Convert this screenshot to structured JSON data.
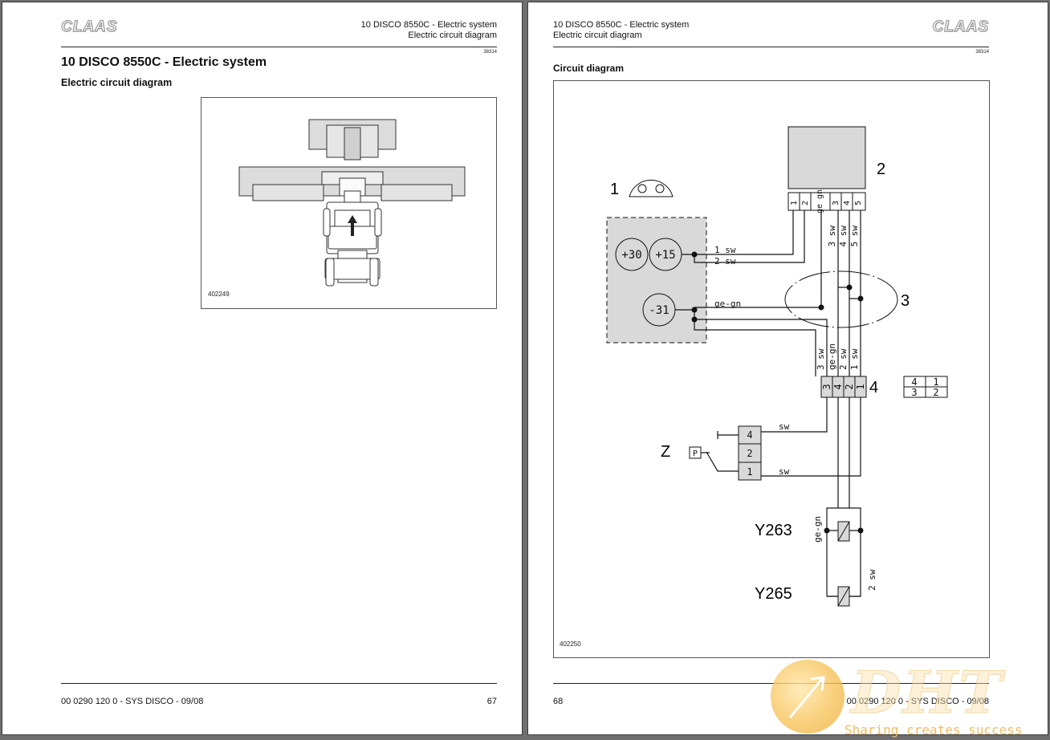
{
  "left_page": {
    "logo": "CLAAS",
    "header_line1": "10 DISCO 8550C - Electric system",
    "header_line2": "Electric circuit diagram",
    "doc_code": "38314",
    "title": "10 DISCO 8550C - Electric system",
    "subtitle": "Electric circuit diagram",
    "figure_number": "402249",
    "footer_left": "00 0290 120 0 - SYS DISCO - 09/08",
    "page_number": "67"
  },
  "right_page": {
    "logo": "CLAAS",
    "header_line1": "10 DISCO 8550C - Electric system",
    "header_line2": "Electric circuit diagram",
    "doc_code": "38314",
    "section_title": "Circuit diagram",
    "figure_number": "402250",
    "page_number": "68",
    "footer_right": "00 0290 120 0 - SYS DISCO - 09/08"
  },
  "diagram": {
    "item_labels": [
      "1",
      "2",
      "3",
      "4",
      "Z"
    ],
    "valve_y263": "Y263",
    "valve_y265": "Y265",
    "terminal_30": "+30",
    "terminal_15": "+15",
    "terminal_31": "-31",
    "pressure_symbol": "P",
    "module2_pins": [
      "1",
      "2",
      "ge gn",
      "3",
      "4",
      "5"
    ],
    "connector4_pins": [
      "3",
      "4",
      "2",
      "1"
    ],
    "connector4_key_top": [
      "4",
      "1"
    ],
    "connector4_key_bottom": [
      "3",
      "2"
    ],
    "switch_pins": [
      "4",
      "2",
      "1"
    ],
    "wire_1sw": "1 sw",
    "wire_2sw": "2 sw",
    "wire_gegn": "ge-gn",
    "wire_3sw": "3 sw",
    "wire_4sw": "4 sw",
    "wire_5sw": "5 sw",
    "wire_sw": "sw",
    "wire_2sw_vertical": "2 sw"
  },
  "watermark": {
    "letters": "DHT",
    "tagline": "Sharing creates success"
  },
  "colors": {
    "component_fill": "#d9d9d9",
    "line": "#111111",
    "watermark_gold": "#f0bc63"
  }
}
